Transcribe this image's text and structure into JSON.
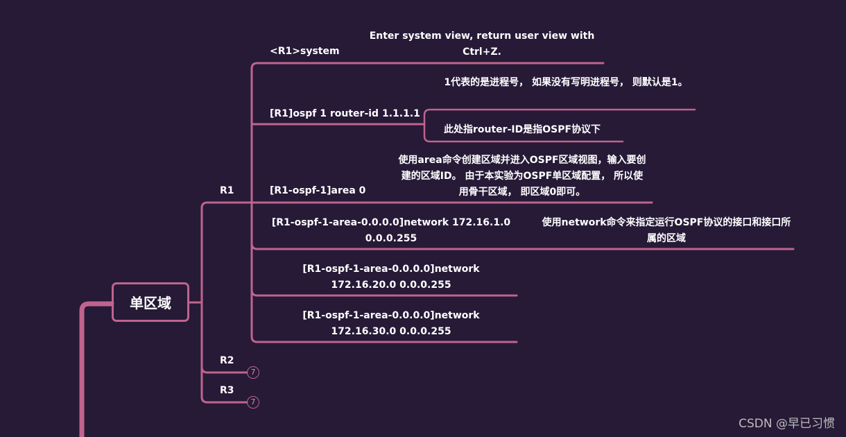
{
  "colors": {
    "background": "#261a37",
    "branch": "#c0648d",
    "text": "#ffffff",
    "watermark": "#bdbdbd"
  },
  "root": {
    "label": "单区域"
  },
  "routers": [
    {
      "label": "R1",
      "collapsed_count": null
    },
    {
      "label": "R2",
      "collapsed_count": "7"
    },
    {
      "label": "R3",
      "collapsed_count": "7"
    }
  ],
  "commands": [
    {
      "command": "<R1>system",
      "notes": [
        "Enter system view, return user view with Ctrl+Z."
      ]
    },
    {
      "command": "[R1]ospf 1 router-id 1.1.1.1",
      "notes": [
        "1代表的是进程号， 如果没有写明进程号， 则默认是1。",
        "此处指router-ID是指OSPF协议下"
      ]
    },
    {
      "command": "[R1-ospf-1]area 0",
      "notes": [
        "使用area命令创建区域并进入OSPF区域视图，输入要创建的区域ID。 由于本实验为OSPF单区域配置， 所以使用骨干区域， 即区域0即可。"
      ]
    },
    {
      "command": "[R1-ospf-1-area-0.0.0.0]network 172.16.1.0 0.0.0.255",
      "notes": [
        "使用network命令来指定运行OSPF协议的接口和接口所属的区域"
      ]
    },
    {
      "command": "[R1-ospf-1-area-0.0.0.0]network 172.16.20.0 0.0.0.255",
      "notes": []
    },
    {
      "command": "[R1-ospf-1-area-0.0.0.0]network 172.16.30.0 0.0.0.255",
      "notes": []
    }
  ],
  "watermark": "CSDN @早已习惯"
}
